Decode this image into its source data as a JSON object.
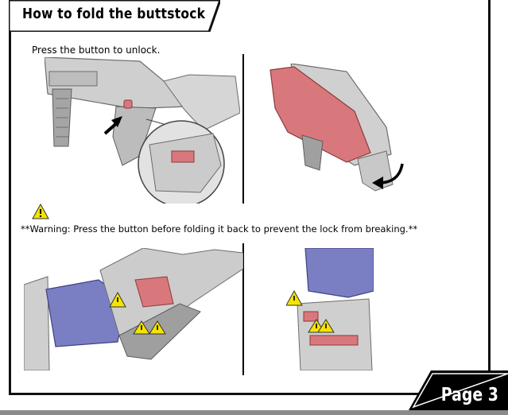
{
  "title": "How to fold the buttstock",
  "instruction": "Press the button to unlock.",
  "warning": "**Warning: Press the button before folding it back to prevent the lock from breaking.**",
  "page_label": "Page 3",
  "colors": {
    "frame": "#111111",
    "gray_part": "#cfcfcf",
    "red_part": "#d9787c",
    "blue_part": "#7a7fc4",
    "warning_yellow": "#f5e400"
  },
  "icons": [
    "arrow-icon",
    "curved-arrow-icon",
    "warning-icon"
  ]
}
